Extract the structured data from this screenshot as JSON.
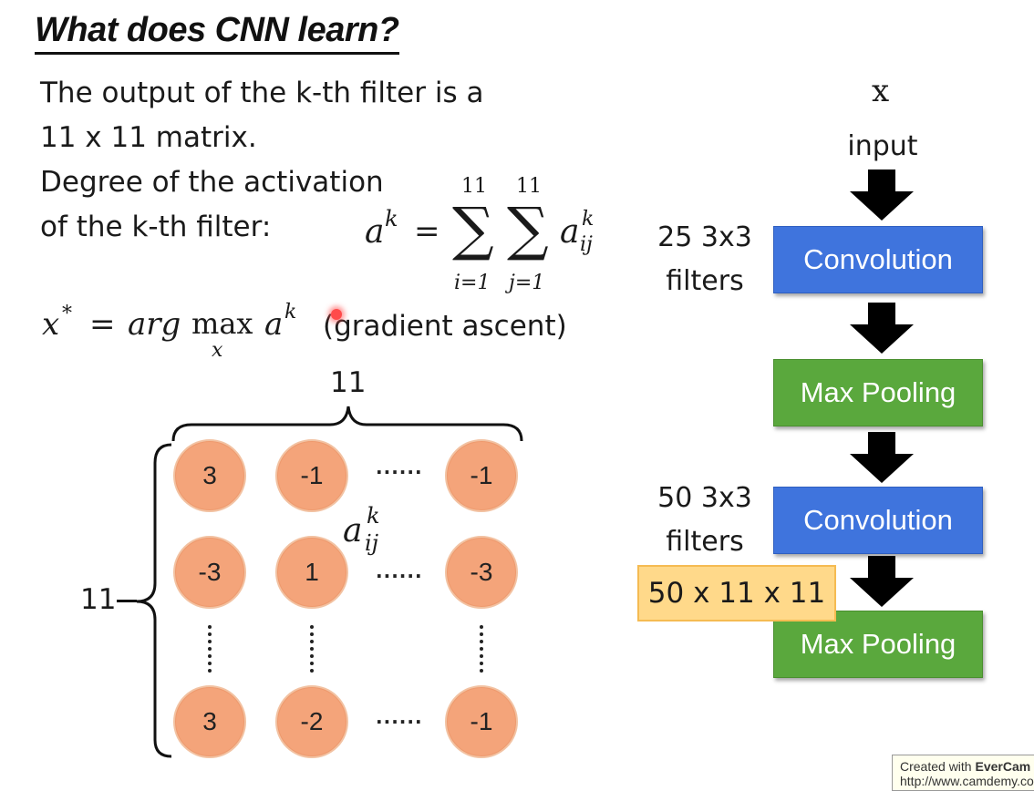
{
  "title": "What does CNN learn?",
  "text": {
    "line1": "The output of the k-th filter is a",
    "line2": "11 x 11 matrix.",
    "line3": "Degree of the activation",
    "line4": "of the k-th filter:",
    "grad": "(gradient ascent)"
  },
  "formula1": {
    "lhs_var": "a",
    "lhs_sup": "k",
    "eq": "=",
    "sum1_top": "11",
    "sum1_bot": "i=1",
    "sum2_top": "11",
    "sum2_bot": "j=1",
    "sum_sym": "∑",
    "term_var": "a",
    "term_sup": "k",
    "term_sub": "ij"
  },
  "formula2": {
    "lhs": "x",
    "lhs_sup": "*",
    "eq": "=",
    "argmax": "arg",
    "max": "max",
    "max_sub": "x",
    "var": "a",
    "var_sup": "k"
  },
  "matrix": {
    "top_label": "11",
    "left_label": "11",
    "element_var": "a",
    "element_sup": "k",
    "element_sub": "ij",
    "hdots": "······",
    "rows": [
      [
        "3",
        "-1",
        "-1"
      ],
      [
        "-3",
        "1",
        "-3"
      ],
      [
        "3",
        "-2",
        "-1"
      ]
    ]
  },
  "pipeline": {
    "input_var": "x",
    "input_label": "input",
    "filters1_a": "25 3x3",
    "filters1_b": "filters",
    "conv1": "Convolution",
    "pool1": "Max Pooling",
    "filters2_a": "50 3x3",
    "filters2_b": "filters",
    "conv2": "Convolution",
    "pool2": "Max Pooling",
    "output_shape": "50 x 11 x 11"
  },
  "watermark": {
    "line1_prefix": "Created with ",
    "line1_bold": "EverCam",
    "line2": "http://www.camdemy.com"
  },
  "colors": {
    "conv": "#3f74dd",
    "pool": "#5aa83d",
    "circle": "#f4a47a",
    "highlight": "#ffd98a"
  }
}
